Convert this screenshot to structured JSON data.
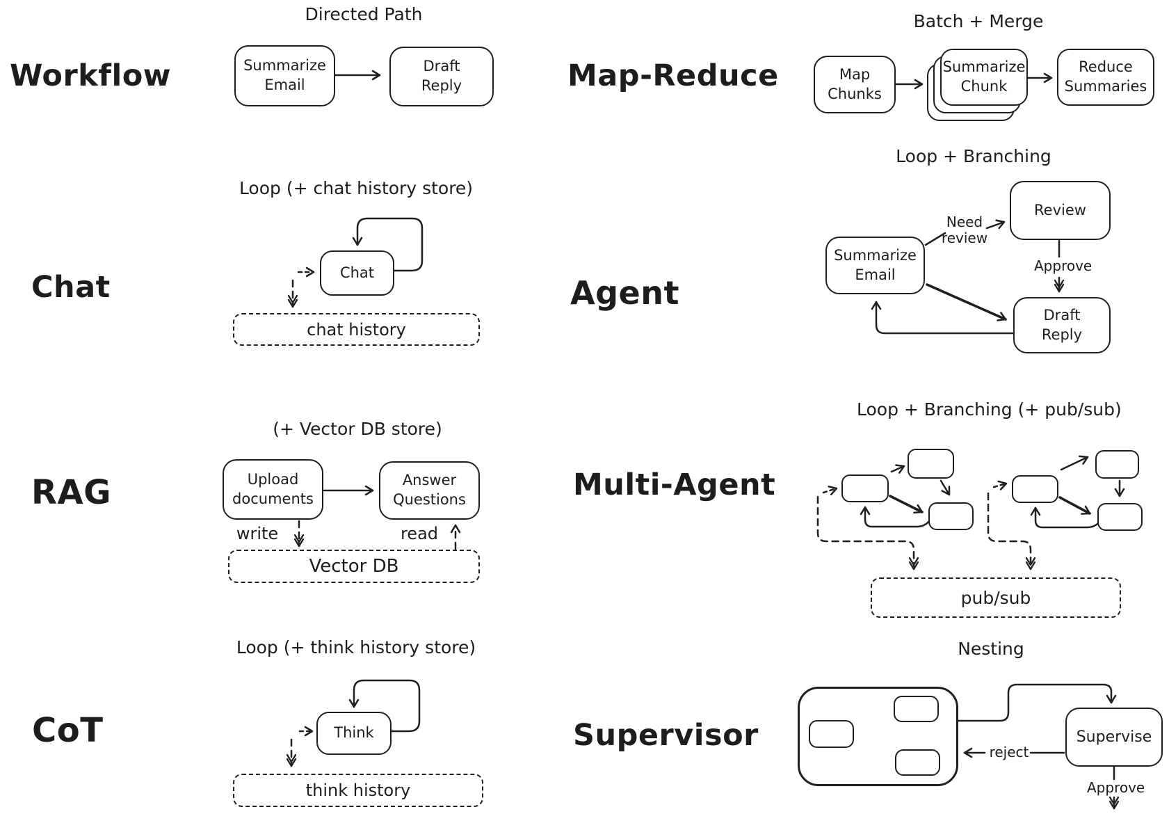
{
  "palette": {
    "ink": "#1f1f1f",
    "background": "#ffffff"
  },
  "sections": {
    "workflow": {
      "label": "Workflow",
      "title": "Directed Path",
      "nodes": {
        "summarize_email": "Summarize\nEmail",
        "draft_reply": "Draft\nReply"
      }
    },
    "map_reduce": {
      "label": "Map-Reduce",
      "title": "Batch + Merge",
      "nodes": {
        "map_chunks": "Map\nChunks",
        "summarize_chunk": "Summarize\nChunk",
        "reduce_summaries": "Reduce\nSummaries"
      }
    },
    "chat": {
      "label": "Chat",
      "title": "Loop (+ chat history store)",
      "nodes": {
        "chat": "Chat"
      },
      "store": "chat history"
    },
    "agent": {
      "label": "Agent",
      "title": "Loop + Branching",
      "nodes": {
        "summarize_email": "Summarize\nEmail",
        "review": "Review",
        "draft_reply": "Draft\nReply"
      },
      "edges": {
        "need_review": "Need\nreview",
        "approve": "Approve"
      }
    },
    "rag": {
      "label": "RAG",
      "title": "(+ Vector DB store)",
      "nodes": {
        "upload_documents": "Upload\ndocuments",
        "answer_questions": "Answer\nQuestions"
      },
      "edges": {
        "write": "write",
        "read": "read"
      },
      "store": "Vector DB"
    },
    "multi_agent": {
      "label": "Multi-Agent",
      "title": "Loop + Branching (+ pub/sub)",
      "store": "pub/sub"
    },
    "cot": {
      "label": "CoT",
      "title": "Loop (+ think history store)",
      "nodes": {
        "think": "Think"
      },
      "store": "think history"
    },
    "supervisor": {
      "label": "Supervisor",
      "title": "Nesting",
      "nodes": {
        "supervise": "Supervise"
      },
      "edges": {
        "reject": "reject",
        "approve": "Approve"
      }
    }
  }
}
